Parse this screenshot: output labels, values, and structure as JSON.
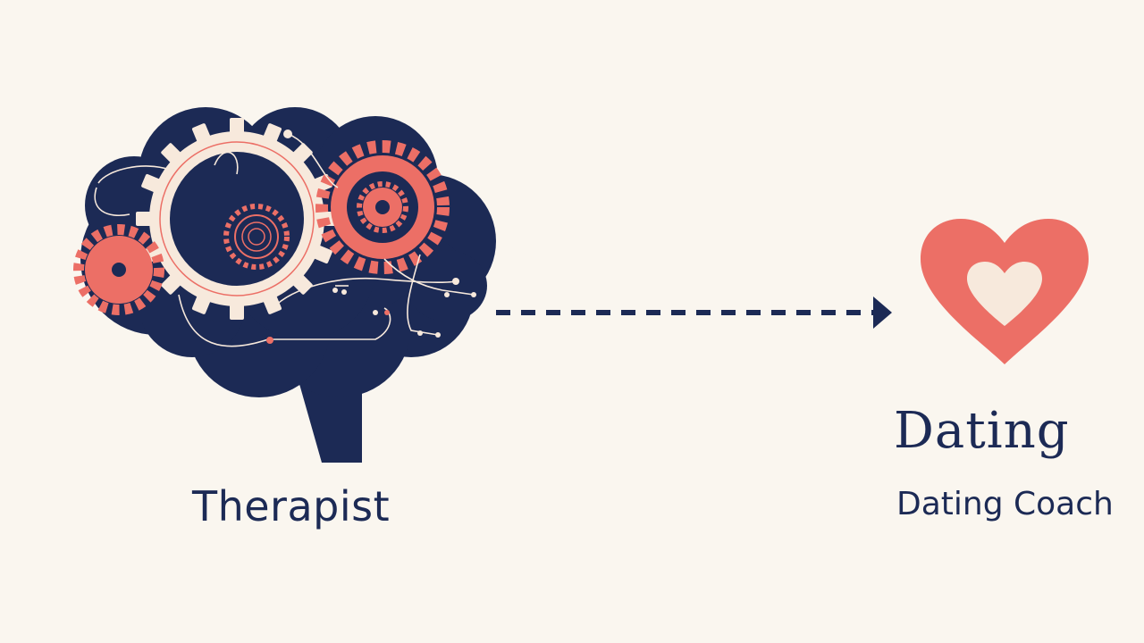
{
  "left_label": "Therapist",
  "right_title": "Dating",
  "right_subtitle": "Dating Coach",
  "colors": {
    "background": "#FAF6EF",
    "navy": "#1C2A55",
    "coral": "#EC6F66",
    "cream": "#F7E9DC"
  },
  "icons": {
    "brain": "brain-gears-icon",
    "arrow": "dashed-arrow-right",
    "heart": "heart-icon"
  }
}
